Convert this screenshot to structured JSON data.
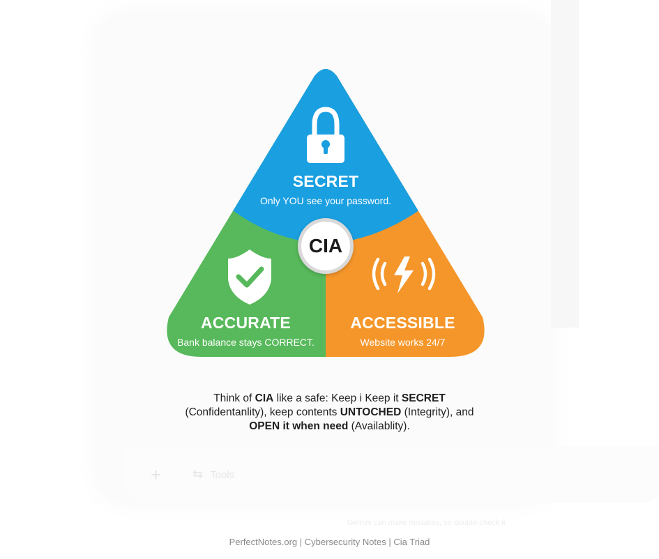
{
  "diagram": {
    "center_label": "CIA",
    "top": {
      "title": "SECRET",
      "subtitle": "Only YOU see your password.",
      "color": "#1a9fe0",
      "icon": "padlock-icon"
    },
    "left": {
      "title": "ACCURATE",
      "subtitle": "Bank balance stays CORRECT.",
      "color": "#57b95b",
      "icon": "shield-check-icon"
    },
    "right": {
      "title": "ACCESSIBLE",
      "subtitle": "Website works 24/7",
      "color": "#f5962a",
      "icon": "lightning-signal-icon"
    }
  },
  "caption": {
    "t1": "Think of ",
    "b1": "CIA",
    "t2": " like a safe: Keep i Keep it ",
    "b2": "SECRET",
    "t3": "(Confidentanlity), keep contents ",
    "b3": "UNTOCHED",
    "t4": " (Integrity), and",
    "b4": "OPEN it when need",
    "t5": " (Availablity)."
  },
  "background_ui": {
    "tools_label": "Tools",
    "disclaimer": "Gemini can make mistakes, so double-check it"
  },
  "footer": "PerfectNotes.org | Cybersecurity Notes | Cia Triad"
}
